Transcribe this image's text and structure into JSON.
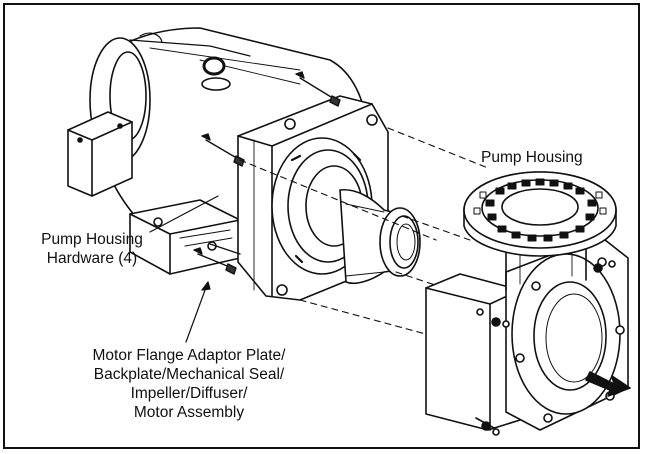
{
  "labels": {
    "pump_housing": "Pump Housing",
    "hardware_line1": "Pump Housing",
    "hardware_line2": "Hardware (4)",
    "assembly_line1": "Motor Flange Adaptor Plate/",
    "assembly_line2": "Backplate/Mechanical Seal/",
    "assembly_line3": "Impeller/Diffuser/",
    "assembly_line4": "Motor Assembly"
  },
  "colors": {
    "line": "#111111",
    "fill": "#ffffff",
    "shade": "#e6e6e6",
    "dark": "#333333"
  }
}
